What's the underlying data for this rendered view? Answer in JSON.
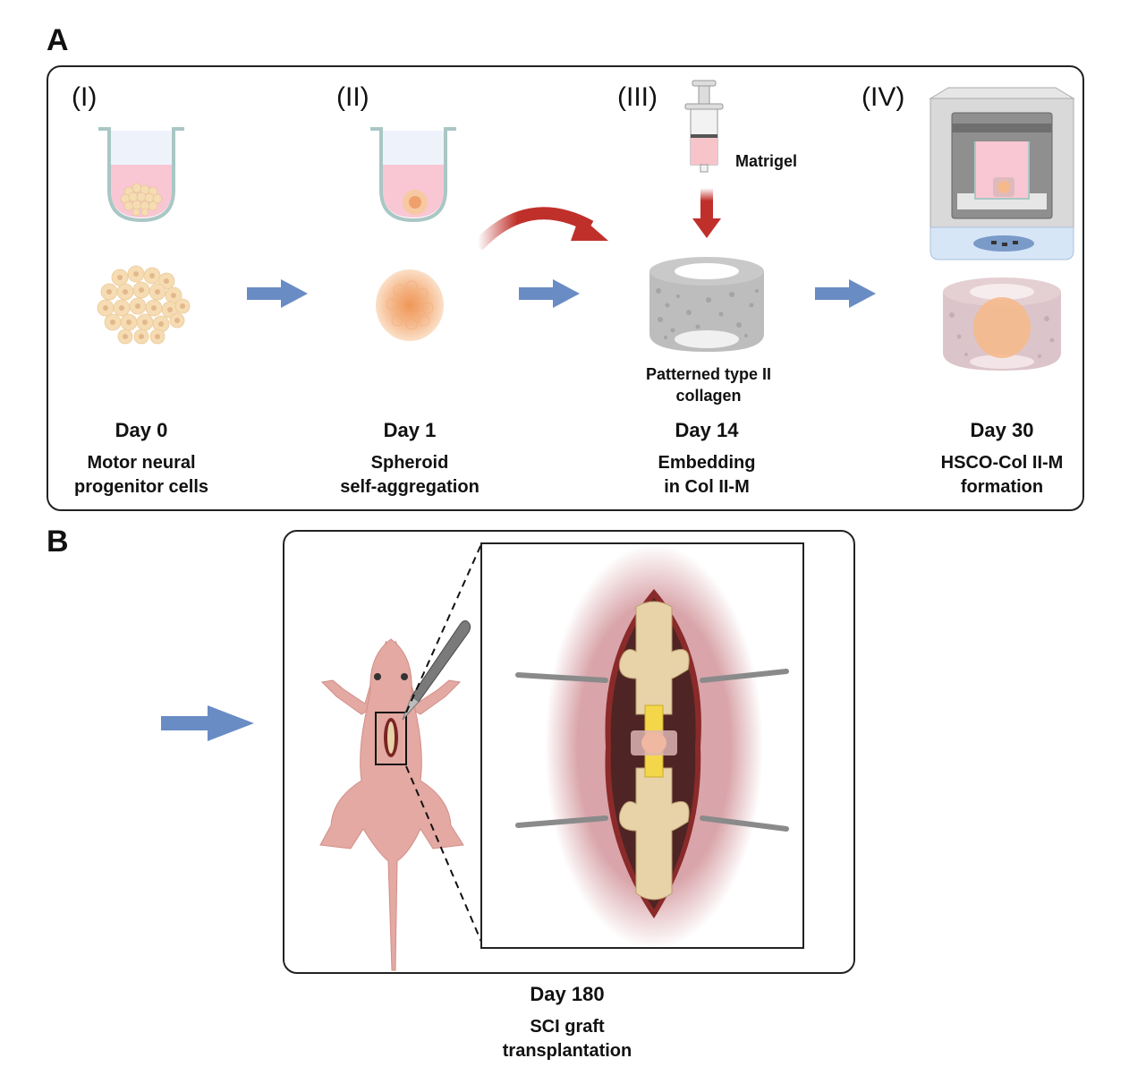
{
  "panels": {
    "A": {
      "letter": "A",
      "stages": [
        {
          "roman": "(I)",
          "day": "Day 0",
          "desc_line1": "Motor neural",
          "desc_line2": "progenitor cells"
        },
        {
          "roman": "(II)",
          "day": "Day 1",
          "desc_line1": "Spheroid",
          "desc_line2": "self-aggregation"
        },
        {
          "roman": "(III)",
          "day": "Day 14",
          "desc_line1": "Embedding",
          "desc_line2": "in Col II-M"
        },
        {
          "roman": "(IV)",
          "day": "Day 30",
          "desc_line1": "HSCO-Col II-M",
          "desc_line2": "formation"
        }
      ],
      "matrigel_label": "Matrigel",
      "scaffold_label_line1": "Patterned type II",
      "scaffold_label_line2": "collagen"
    },
    "B": {
      "letter": "B",
      "day": "Day 180",
      "desc_line1": "SCI graft",
      "desc_line2": "transplantation"
    }
  },
  "colors": {
    "flow_arrow": "#6a8cc4",
    "red_arrow": "#c0302b",
    "medium_pink": "#f9c6d3",
    "cell": "#f6dcb3",
    "nucleus": "#e2b98c",
    "skin": "#e3a9a2",
    "bone": "#e8d2a8",
    "wound": "#5a2626"
  }
}
